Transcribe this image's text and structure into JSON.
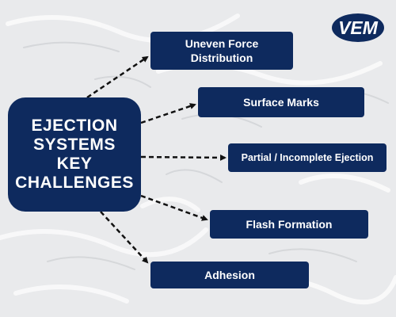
{
  "center": {
    "lines": [
      "EJECTION",
      "SYSTEMS",
      "KEY",
      "CHALLENGES"
    ]
  },
  "nodes": [
    {
      "label_line1": "Uneven Force",
      "label_line2": "Distribution"
    },
    {
      "label": "Surface Marks"
    },
    {
      "label": "Partial / Incomplete Ejection"
    },
    {
      "label": "Flash Formation"
    },
    {
      "label": "Adhesion"
    }
  ],
  "logo": {
    "text": "VEM"
  },
  "colors": {
    "box": "#0e2a5e",
    "text": "#ffffff",
    "background": "#e9eaec",
    "arrow": "#111111"
  }
}
